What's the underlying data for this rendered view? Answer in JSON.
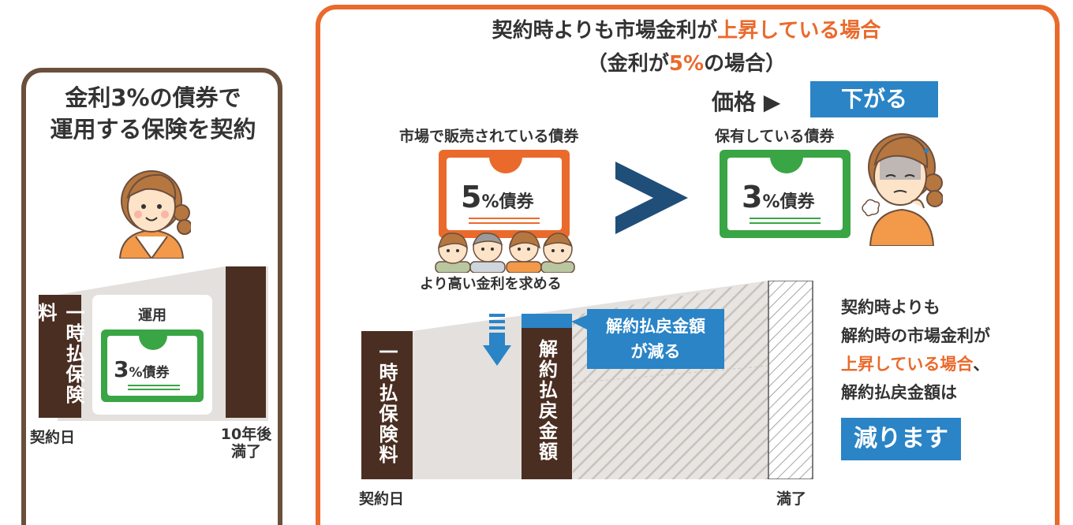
{
  "left": {
    "title_line1": "金利3%の債券で",
    "title_line2": "運用する保険を契約",
    "bar_label": "一時払保険料",
    "card_title": "運用",
    "bond_num": "3",
    "bond_unit": "%債券",
    "start_label": "契約日",
    "end_label_1": "10年後",
    "end_label_2": "満了"
  },
  "right": {
    "heading_prefix": "契約時よりも市場金利が",
    "heading_highlight": "上昇している場合",
    "sub_open": "（金利が",
    "sub_rate": "5%",
    "sub_close": "の場合）",
    "price_label": "価格 ▶",
    "price_result": "下がる",
    "market_label": "市場で販売されている債券",
    "held_label": "保有している債券",
    "market_bond_num": "5",
    "market_bond_unit": "%債券",
    "held_bond_num": "3",
    "held_bond_unit": "%債券",
    "people_caption": "より高い金利を求める",
    "bar1_label": "一時払保険料",
    "bar2_label": "解約払戻金額",
    "callout_1": "解約払戻金額",
    "callout_2": "が減る",
    "start_label": "契約日",
    "end_label": "満了",
    "summary_1": "契約時よりも",
    "summary_2": "解約時の市場金利が",
    "summary_3": "上昇している場合",
    "summary_3b": "、",
    "summary_4": "解約払戻金額は",
    "summary_result": "減ります"
  },
  "colors": {
    "brown": "#4a2e22",
    "orange": "#ea6a2c",
    "green": "#3aa544",
    "blue": "#2a84c6",
    "navy": "#1f4e79"
  }
}
